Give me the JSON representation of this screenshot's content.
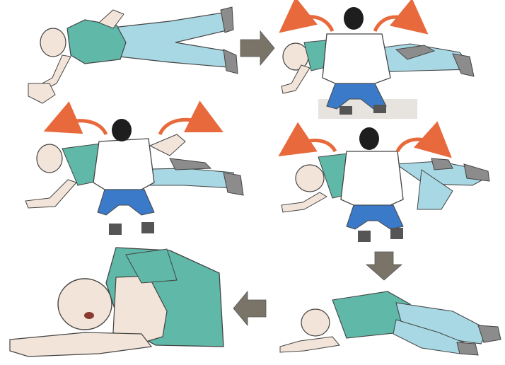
{
  "figure": {
    "panels": [
      {
        "id": "step-1",
        "pose": "supine-arm-raised"
      },
      {
        "id": "step-2",
        "pose": "rescuer-kneeling-leg-bent"
      },
      {
        "id": "step-3",
        "pose": "rescuer-kneeling-arm-over-chest"
      },
      {
        "id": "step-4",
        "pose": "rescuer-rolling-patient"
      },
      {
        "id": "step-5",
        "pose": "recovery-position"
      },
      {
        "id": "step-6",
        "pose": "recovery-position-closeup"
      }
    ],
    "arrows": [
      {
        "from": "step-1",
        "to": "step-2",
        "direction": "right"
      },
      {
        "from": "step-4",
        "to": "step-5",
        "direction": "down"
      },
      {
        "from": "step-5",
        "to": "step-6",
        "direction": "left"
      }
    ],
    "colors": {
      "shirt": "#5fb8a8",
      "jeans": "#a8d8e4",
      "rescuer_jeans": "#3a7ac8",
      "skin": "#f2e4d8",
      "arrow_orange": "#e86a3c",
      "block_arrow": "#7a7468",
      "outline": "#444444",
      "shoe": "#8c8c8c",
      "hair": "#1e1e1e"
    }
  }
}
